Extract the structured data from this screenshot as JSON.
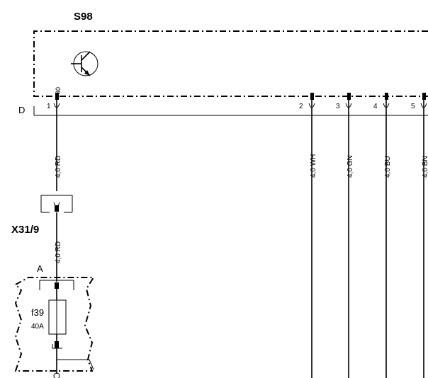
{
  "component": {
    "name": "S98"
  },
  "rail": {
    "label": "D"
  },
  "pins": [
    {
      "num": "1",
      "inner": "30",
      "wire": "4,0 RD"
    },
    {
      "num": "2",
      "wire": "4,0 WH"
    },
    {
      "num": "3",
      "wire": "4,0 GN"
    },
    {
      "num": "4",
      "wire": "4,0 BU"
    },
    {
      "num": "5",
      "wire": "4,0 BN"
    }
  ],
  "connector": {
    "name": "X31/9",
    "wire_below": "4,0 RD"
  },
  "fuse_block": {
    "connector": "A",
    "fuse_name": "f39",
    "fuse_rating": "40A"
  }
}
